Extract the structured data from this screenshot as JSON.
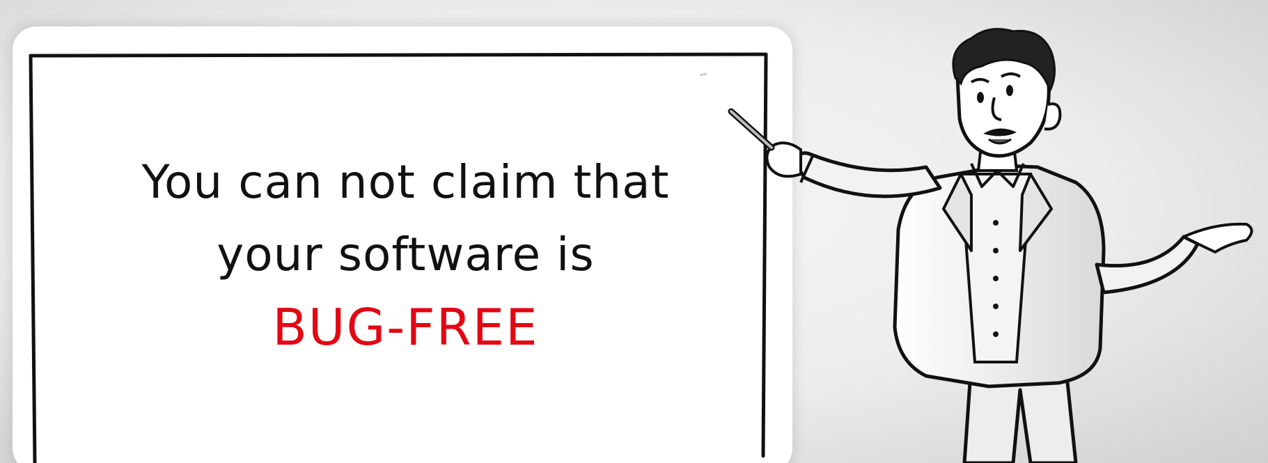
{
  "message": {
    "line1": "You can not claim that",
    "line2": "your software is",
    "emphasis": "BUG-FREE"
  },
  "colors": {
    "background": "#ececec",
    "board": "#ffffff",
    "ink": "#111111",
    "emphasis": "#e30613"
  }
}
